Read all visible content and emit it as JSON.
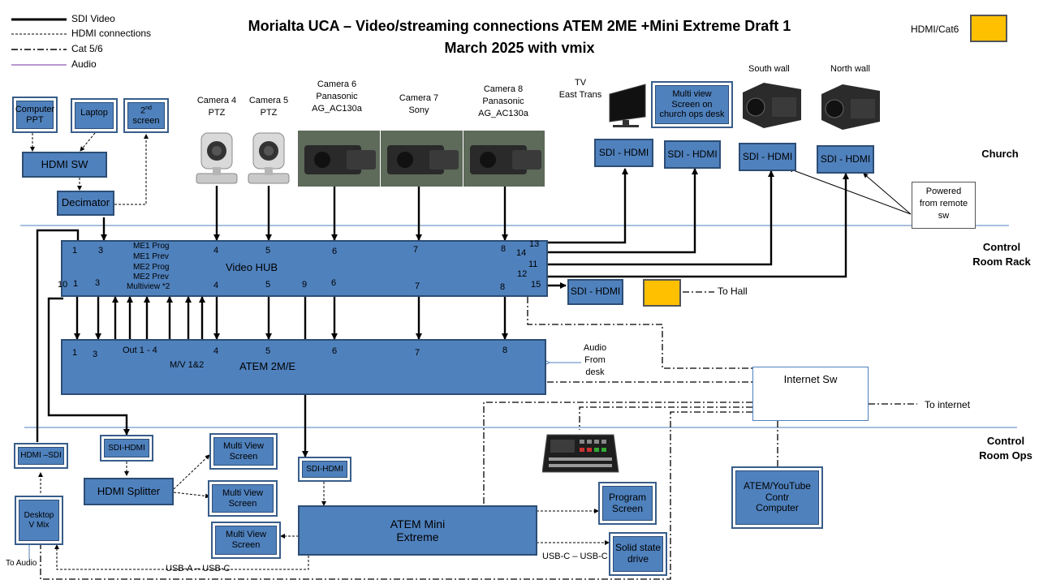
{
  "title": {
    "line1": "Morialta UCA – Video/streaming connections  ATEM 2ME +Mini Extreme Draft 1",
    "line2": "March 2025 with vmix"
  },
  "legend": {
    "sdi": "SDI Video",
    "hdmi": "HDMI connections",
    "cat": "Cat 5/6",
    "audio": "Audio",
    "hdmi_cat6": "HDMI/Cat6"
  },
  "zones": {
    "church": "Church",
    "rack_l1": "Control",
    "rack_l2": "Room Rack",
    "ops_l1": "Control",
    "ops_l2": "Room Ops"
  },
  "sources": {
    "computer_l1": "Computer",
    "computer_l2": "PPT",
    "laptop": "Laptop",
    "screen2_pre": "2",
    "screen2_sup": "nd",
    "screen2_post": " screen",
    "hdmi_sw": "HDMI SW",
    "decimator": "Decimator"
  },
  "cameras": {
    "cam4_l1": "Camera 4",
    "cam4_l2": "PTZ",
    "cam5_l1": "Camera 5",
    "cam5_l2": "PTZ",
    "cam6_l1": "Camera 6",
    "cam6_l2": "Panasonic",
    "cam6_l3": "AG_AC130a",
    "cam7_l1": "Camera 7",
    "cam7_l2": "Sony",
    "cam8_l1": "Camera 8",
    "cam8_l2": "Panasonic",
    "cam8_l3": "AG_AC130a"
  },
  "displays": {
    "tv_l1": "TV",
    "tv_l2": "East Trans",
    "mv_church_l1": "Multi view",
    "mv_church_l2": "Screen on",
    "mv_church_l3": "church ops desk",
    "south": "South wall",
    "north": "North wall",
    "sdi_hdmi": "SDI - HDMI",
    "powered_l1": "Powered",
    "powered_l2": "from remote",
    "powered_l3": "sw"
  },
  "hub": {
    "title": "Video HUB",
    "in_1": "1",
    "in_3": "3",
    "in_4": "4",
    "in_5": "5",
    "in_6": "6",
    "in_7": "7",
    "in_8": "8",
    "out_10": "10",
    "out_1": "1",
    "out_3": "3",
    "out_4": "4",
    "out_5": "5",
    "out_9": "9",
    "out_6": "6",
    "out_7": "7",
    "out_8": "8",
    "me1_prog": "ME1 Prog",
    "me1_prev": "ME1 Prev",
    "me2_prog": "ME2 Prog",
    "me2_prev": "ME2 Prev",
    "multiview": "Multiview *2",
    "p13": "13",
    "p14": "14",
    "p11": "11",
    "p12": "12",
    "p15": "15"
  },
  "atem2me": {
    "title": "ATEM 2M/E",
    "in_1": "1",
    "in_3": "3",
    "out_14": "Out 1 - 4",
    "mv": "M/V 1&2",
    "in_4": "4",
    "in_5": "5",
    "in_6": "6",
    "in_7": "7",
    "in_8": "8",
    "audio_l1": "Audio",
    "audio_l2": "From",
    "audio_l3": "desk"
  },
  "hall": {
    "sdi_hdmi": "SDI - HDMI",
    "to_hall": "To  Hall"
  },
  "network": {
    "internet_sw": "Internet Sw",
    "to_internet": "To  internet"
  },
  "ops": {
    "hdmi_sdi": "HDMI –SDI",
    "sdi_hdmi_left": "SDI-HDMI",
    "sdi_hdmi_mid": "SDI-HDMI",
    "hdmi_splitter": "HDMI Splitter",
    "mv_screen_l1": "Multi View",
    "mv_screen_l2": "Screen",
    "desktop_l1": "Desktop",
    "desktop_l2": "V Mix",
    "to_audio": "To Audio",
    "mini_l1": "ATEM Mini",
    "mini_l2": "Extreme",
    "program_l1": "Program",
    "program_l2": "Screen",
    "ssd_l1": "Solid state",
    "ssd_l2": "drive",
    "usbc": "USB-C – USB-C",
    "usba": "USB-A – USB-C",
    "yt_l1": "ATEM/YouTube",
    "yt_l2": "Contr",
    "yt_l3": "Computer"
  },
  "colors": {
    "block": "#4f81bd",
    "block_border": "#2c4d75",
    "hdmi_cat6": "#ffc000",
    "zone_line": "#4f81bd",
    "audio": "#7030a0"
  }
}
